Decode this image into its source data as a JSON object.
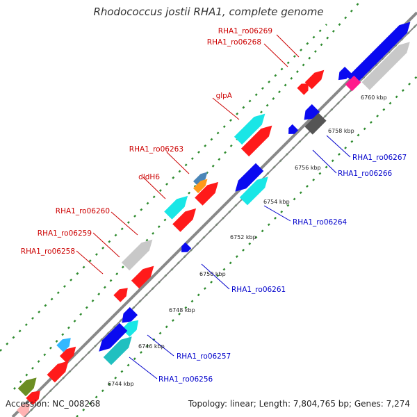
{
  "title": "Rhodococcus jostii RHA1, complete genome",
  "footer": {
    "accession": "Accession: NC_008268",
    "summary": "Topology: linear; Length: 7,804,765 bp; Genes: 7,274"
  },
  "colors": {
    "backbone": "#888888",
    "tick": "#2e8b2e",
    "label_red": "#cc0000",
    "label_blue": "#0000cc",
    "red": "#ff1a1a",
    "blue": "#0a0af0",
    "cyan": "#19e6e6",
    "gray": "#c8c8c8",
    "darkgray": "#555555",
    "magenta": "#ff1a8c",
    "orange": "#ff9a1a",
    "steelblue": "#4a86b8",
    "olive": "#6b8e23",
    "skyblue": "#33b8ff",
    "teal": "#20c0c0"
  },
  "kbp_labels": [
    "6744 kbp",
    "6746 kbp",
    "6748 kbp",
    "6750 kbp",
    "6752 kbp",
    "6754 kbp",
    "6756 kbp",
    "6758 kbp",
    "6760 kbp"
  ],
  "gene_labels_top": [
    "RHA1_ro06269",
    "RHA1_ro06268",
    "glpA",
    "RHA1_ro06263",
    "dldH6",
    "RHA1_ro06260",
    "RHA1_ro06259",
    "RHA1_ro06258"
  ],
  "gene_labels_bottom": [
    "RHA1_ro06267",
    "RHA1_ro06266",
    "RHA1_ro06264",
    "RHA1_ro06261",
    "RHA1_ro06257",
    "RHA1_ro06256"
  ]
}
